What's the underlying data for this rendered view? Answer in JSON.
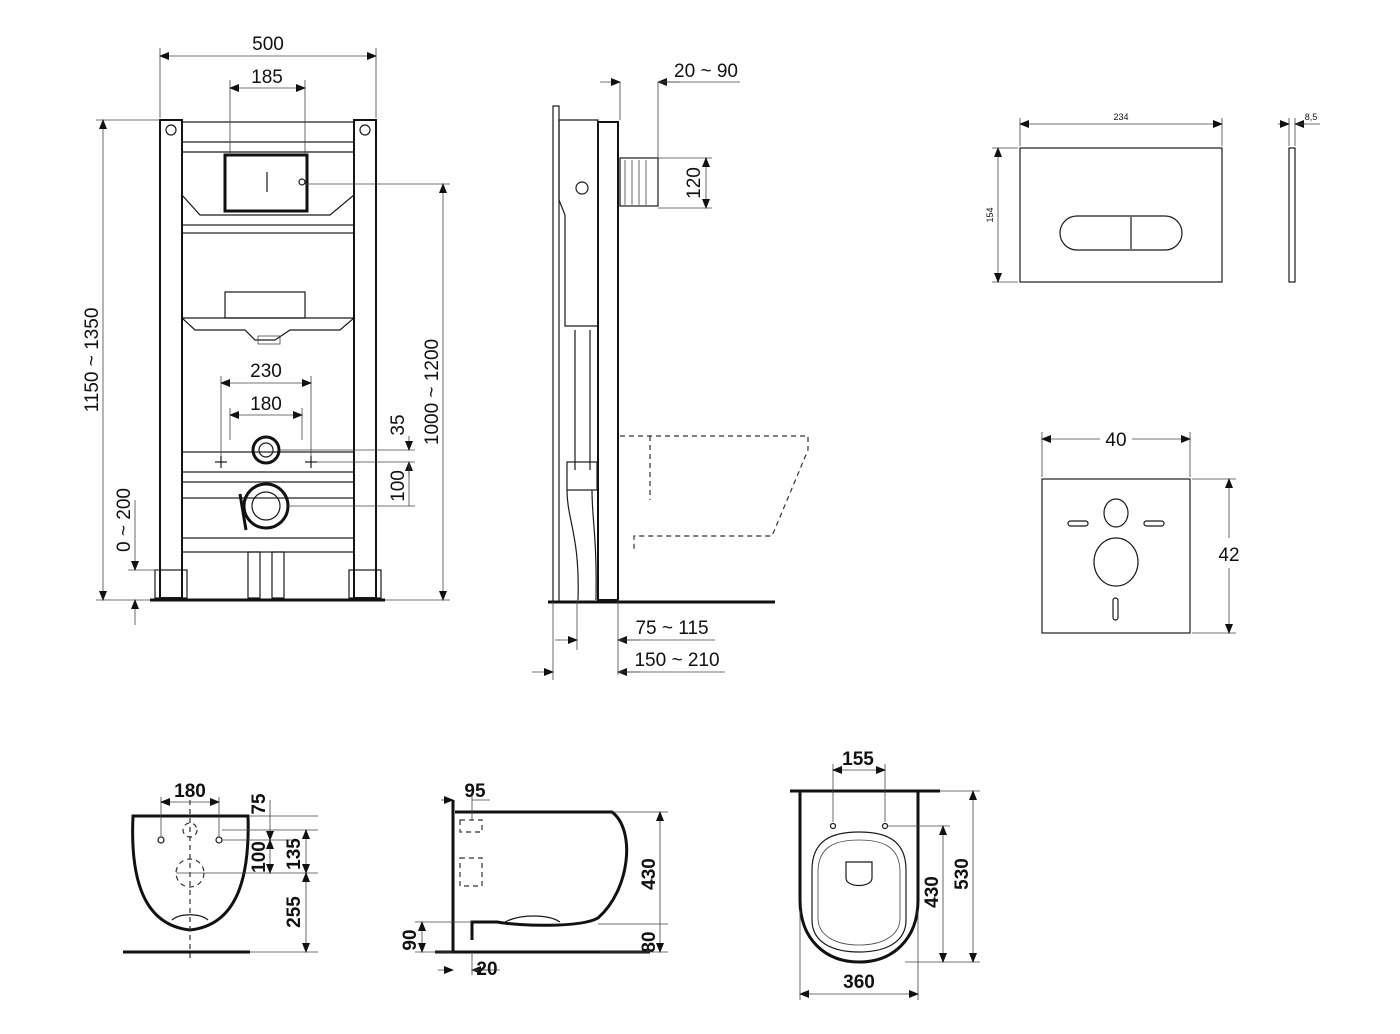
{
  "frame_front": {
    "width": "500",
    "flush_plate_width": "185",
    "height": "1150 ~ 1350",
    "inlet_height": "1000 ~ 1200",
    "fixing_wide": "230",
    "fixing_narrow": "180",
    "fixing_offset": "35",
    "outlet_offset": "100",
    "floor_adjust": "0 ~ 200"
  },
  "frame_side": {
    "plate_offset": "20 ~ 90",
    "flush_pipe": "120",
    "depth_inner": "75 ~ 115",
    "depth_outer": "150 ~ 210"
  },
  "flush_plate": {
    "width": "234",
    "thickness": "8,5",
    "height": "154"
  },
  "sound_pad": {
    "width": "40",
    "height": "42"
  },
  "bowl_back": {
    "fixing_distance": "180",
    "top_to_fixing": "75",
    "fixing_to_center": "100",
    "top_to_center": "135",
    "center_to_floor": "255"
  },
  "bowl_side": {
    "offset_top": "95",
    "height": "430",
    "outlet_height": "90",
    "wall_offset": "20",
    "bottom_height": "80"
  },
  "bowl_top": {
    "fixing_distance": "155",
    "inner_length": "430",
    "length": "530",
    "width": "360"
  }
}
